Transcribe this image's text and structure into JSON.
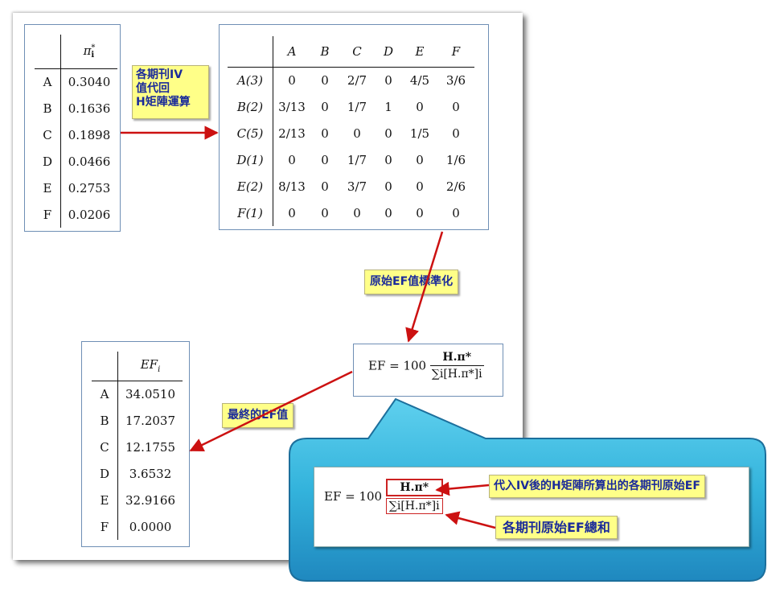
{
  "pi_table": {
    "header": "π",
    "header_sup": "*",
    "header_sub": "i",
    "rows": [
      {
        "label": "A",
        "value": "0.3040"
      },
      {
        "label": "B",
        "value": "0.1636"
      },
      {
        "label": "C",
        "value": "0.1898"
      },
      {
        "label": "D",
        "value": "0.0466"
      },
      {
        "label": "E",
        "value": "0.2753"
      },
      {
        "label": "F",
        "value": "0.0206"
      }
    ]
  },
  "h_matrix": {
    "columns": [
      "A",
      "B",
      "C",
      "D",
      "E",
      "F"
    ],
    "rows": [
      {
        "label": "A(3)",
        "cells": [
          "0",
          "0",
          "2/7",
          "0",
          "4/5",
          "3/6"
        ]
      },
      {
        "label": "B(2)",
        "cells": [
          "3/13",
          "0",
          "1/7",
          "1",
          "0",
          "0"
        ]
      },
      {
        "label": "C(5)",
        "cells": [
          "2/13",
          "0",
          "0",
          "0",
          "1/5",
          "0"
        ]
      },
      {
        "label": "D(1)",
        "cells": [
          "0",
          "0",
          "1/7",
          "0",
          "0",
          "1/6"
        ]
      },
      {
        "label": "E(2)",
        "cells": [
          "8/13",
          "0",
          "3/7",
          "0",
          "0",
          "2/6"
        ]
      },
      {
        "label": "F(1)",
        "cells": [
          "0",
          "0",
          "0",
          "0",
          "0",
          "0"
        ]
      }
    ]
  },
  "ef_table": {
    "header": "EF",
    "header_sub": "i",
    "rows": [
      {
        "label": "A",
        "value": "34.0510"
      },
      {
        "label": "B",
        "value": "17.2037"
      },
      {
        "label": "C",
        "value": "12.1755"
      },
      {
        "label": "D",
        "value": "3.6532"
      },
      {
        "label": "E",
        "value": "32.9166"
      },
      {
        "label": "F",
        "value": "0.0000"
      }
    ]
  },
  "notes": {
    "note1": [
      "各期刊IV",
      "值代回",
      "H矩陣運算"
    ],
    "note2": "原始EF值標準化",
    "note3": "最終的EF值",
    "note4": "代入IV後的H矩陣所算出的各期刊原始EF",
    "note5": "各期刊原始EF總和"
  },
  "formula": {
    "lhs": "EF = 100",
    "numerator": "H.π*",
    "denominator": "∑i[H.π*]i"
  },
  "colors": {
    "arrow": "#cc1111",
    "note_bg": "#ffff88",
    "note_text": "#1a2a9a",
    "callout_bg": "#35b6da",
    "table_border": "#6f8fb5"
  }
}
